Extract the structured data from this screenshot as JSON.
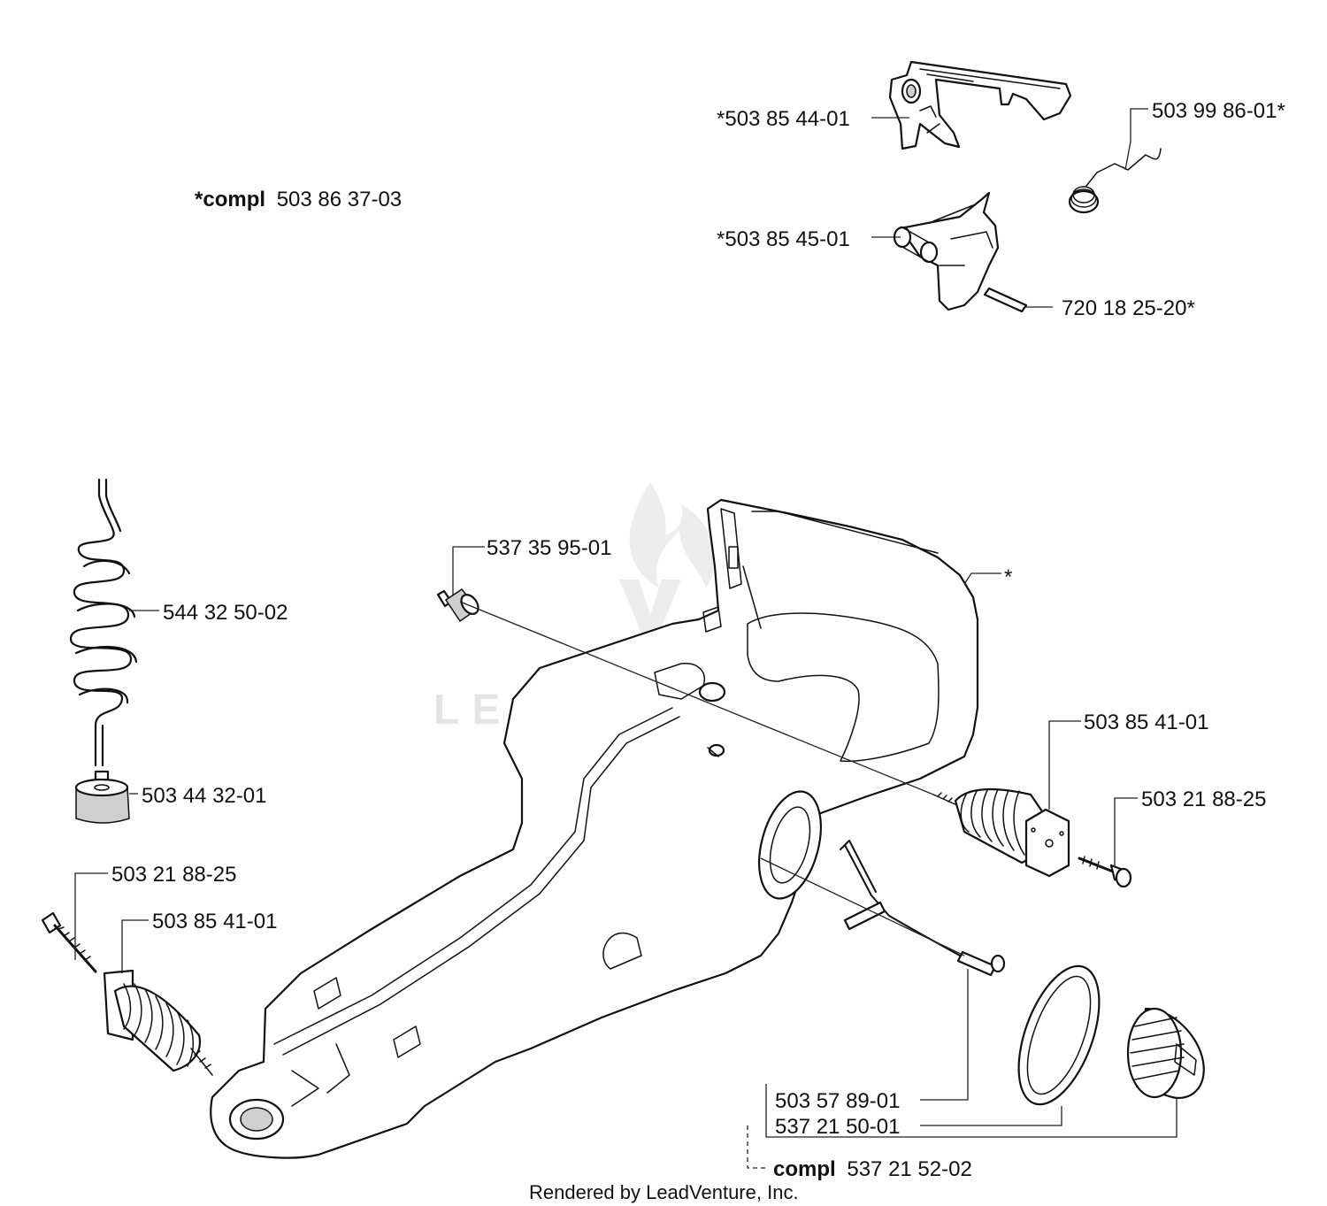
{
  "callouts": {
    "compl_main_prefix": "*compl",
    "compl_main_number": "503 86 37-03",
    "trigger": "*503 85 44-01",
    "trigger_lockout": "*503 85 45-01",
    "spring_wire": "503 99 86-01*",
    "pin": "720 18 25-20*",
    "filter_small": "537 35 95-01",
    "handle_asterisk": "*",
    "fuel_hose": "544 32 50-02",
    "fuel_filter": "503 44 32-01",
    "screw_left": "503 21 88-25",
    "av_spring_left": "503 85 41-01",
    "av_spring_right": "503 85 41-01",
    "screw_right": "503 21 88-25",
    "cap_strap": "503 57 89-01",
    "cap_gasket": "537 21 50-01",
    "compl_cap_prefix": "compl",
    "compl_cap_number": "537 21 52-02"
  },
  "watermark": {
    "text": "LEADVENTURE"
  },
  "footer": {
    "text": "Rendered by LeadVenture, Inc."
  }
}
